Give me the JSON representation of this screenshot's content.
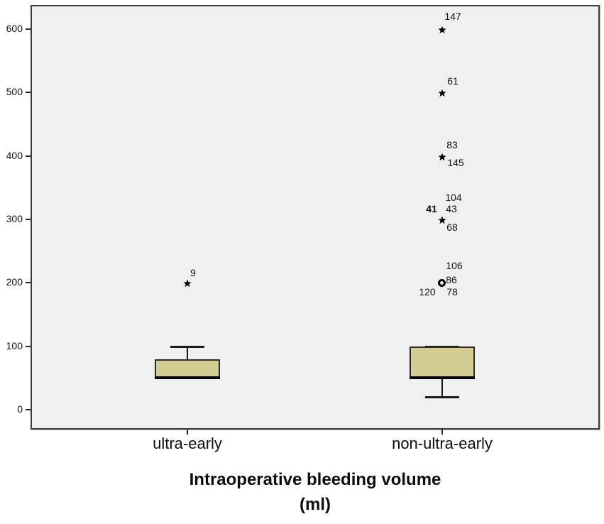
{
  "figure": {
    "title_line1": "Intraoperative bleeding volume",
    "title_line2": "(ml)"
  },
  "colors": {
    "box_fill": "#d3cd94",
    "box_border": "#2b2b2b",
    "median": "#000000",
    "whisker": "#1a1a1a",
    "plot_bg": "#f0f0f0",
    "frame": "#3e3e3e",
    "axis": "#2a2a2a",
    "text": "#111111"
  },
  "chart_data": {
    "type": "box",
    "title": "Intraoperative bleeding volume (ml)",
    "xlabel": "",
    "ylabel": "",
    "ylim": [
      -31,
      638
    ],
    "yticks": [
      0,
      100,
      200,
      300,
      400,
      500,
      600
    ],
    "grid": false,
    "legend": false,
    "categories": [
      "ultra-early",
      "non-ultra-early"
    ],
    "boxes": [
      {
        "category": "ultra-early",
        "q1": 50,
        "median": 50,
        "q3": 80,
        "whisker_low": 50,
        "whisker_high": 100,
        "outliers": [
          {
            "value": 200,
            "marker": "star",
            "labels": [
              {
                "text": "9",
                "offset": [
                  8,
                  -14
                ]
              }
            ]
          }
        ]
      },
      {
        "category": "non-ultra-early",
        "q1": 50,
        "median": 50,
        "q3": 100,
        "whisker_low": 20,
        "whisker_high": 100,
        "outliers": [
          {
            "value": 600,
            "marker": "star",
            "labels": [
              {
                "text": "147",
                "offset": [
                  15,
                  -18
                ]
              }
            ]
          },
          {
            "value": 500,
            "marker": "star",
            "labels": [
              {
                "text": "61",
                "offset": [
                  15,
                  -16
                ]
              }
            ]
          },
          {
            "value": 400,
            "marker": "star",
            "labels": [
              {
                "text": "83",
                "offset": [
                  14,
                  -16
                ]
              },
              {
                "text": "145",
                "offset": [
                  19,
                  9
                ]
              }
            ]
          },
          {
            "value": 300,
            "marker": "star",
            "labels": [
              {
                "text": "104",
                "offset": [
                  16,
                  -31
                ]
              },
              {
                "text": "41",
                "offset": [
                  -15,
                  -15
                ],
                "bold": true
              },
              {
                "text": "43",
                "offset": [
                  13,
                  -15
                ]
              },
              {
                "text": "68",
                "offset": [
                  14,
                  11
                ]
              }
            ]
          },
          {
            "value": 200,
            "marker": "circle",
            "labels": [
              {
                "text": "106",
                "offset": [
                  17,
                  -24
                ]
              },
              {
                "text": "86",
                "offset": [
                  13,
                  -4
                ]
              },
              {
                "text": "120",
                "offset": [
                  -21,
                  13
                ]
              },
              {
                "text": "78",
                "offset": [
                  14,
                  13
                ]
              }
            ]
          }
        ]
      }
    ]
  }
}
